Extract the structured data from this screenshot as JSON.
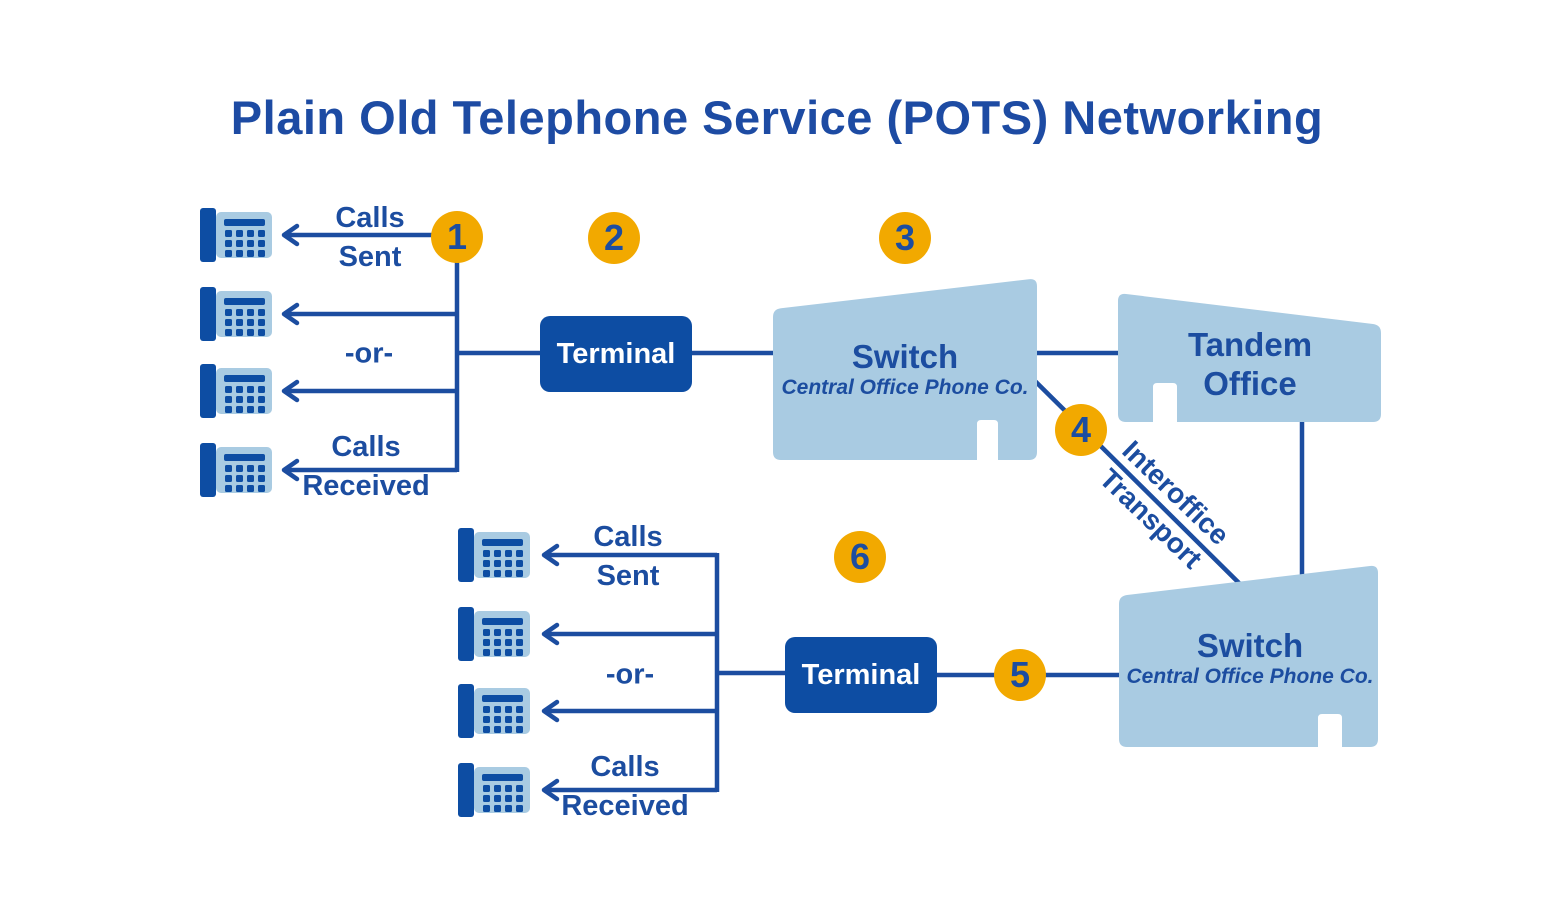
{
  "title": "Plain Old Telephone Service (POTS) Networking",
  "steps": [
    "1",
    "2",
    "3",
    "4",
    "5",
    "6"
  ],
  "labels": {
    "top": {
      "calls_sent": [
        "Calls",
        "Sent"
      ],
      "or": "-or-",
      "calls_received": [
        "Calls",
        "Received"
      ],
      "terminal": "Terminal"
    },
    "bottom": {
      "calls_sent": [
        "Calls",
        "Sent"
      ],
      "or": "-or-",
      "calls_received": [
        "Calls",
        "Received"
      ],
      "terminal": "Terminal"
    }
  },
  "buildings": {
    "switch_top": {
      "name": "Switch",
      "subtitle": "Central Office Phone Co."
    },
    "tandem_office": {
      "line1": "Tandem",
      "line2": "Office"
    },
    "switch_bottom": {
      "name": "Switch",
      "subtitle": "Central Office Phone Co."
    }
  },
  "link_label": {
    "line1": "Interoffice",
    "line2": "Transport"
  },
  "icons": {
    "phone": "telephone-icon",
    "arrow": "left-arrow-icon"
  },
  "colors": {
    "primary_blue": "#1c4da0",
    "terminal_fill": "#0d4da3",
    "building_fill": "#a9cbe2",
    "badge_orange": "#f2a900",
    "terminal_text": "#ffffff",
    "background": "#ffffff"
  }
}
